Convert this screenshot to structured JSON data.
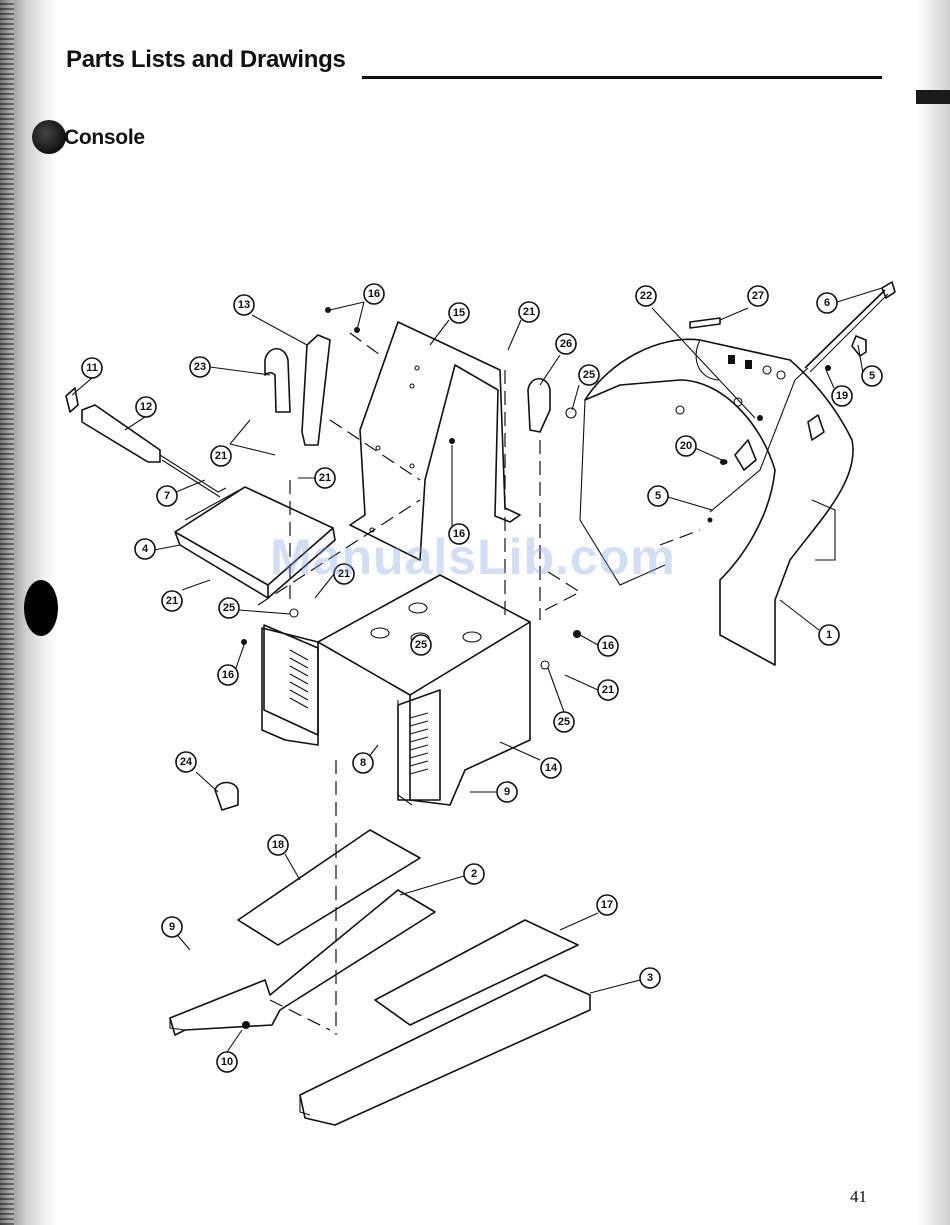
{
  "header": {
    "title": "Parts Lists and Drawings"
  },
  "section": {
    "title": "Console"
  },
  "watermark": "ManualsLib.com",
  "footer": {
    "page_number": "41"
  },
  "callouts": [
    {
      "label": "1"
    },
    {
      "label": "2"
    },
    {
      "label": "3"
    },
    {
      "label": "4"
    },
    {
      "label": "5"
    },
    {
      "label": "5"
    },
    {
      "label": "6"
    },
    {
      "label": "7"
    },
    {
      "label": "8"
    },
    {
      "label": "9"
    },
    {
      "label": "9"
    },
    {
      "label": "10"
    },
    {
      "label": "11"
    },
    {
      "label": "12"
    },
    {
      "label": "13"
    },
    {
      "label": "14"
    },
    {
      "label": "15"
    },
    {
      "label": "16"
    },
    {
      "label": "16"
    },
    {
      "label": "16"
    },
    {
      "label": "16"
    },
    {
      "label": "17"
    },
    {
      "label": "18"
    },
    {
      "label": "19"
    },
    {
      "label": "20"
    },
    {
      "label": "21"
    },
    {
      "label": "21"
    },
    {
      "label": "21"
    },
    {
      "label": "21"
    },
    {
      "label": "21"
    },
    {
      "label": "21"
    },
    {
      "label": "22"
    },
    {
      "label": "23"
    },
    {
      "label": "24"
    },
    {
      "label": "25"
    },
    {
      "label": "25"
    },
    {
      "label": "25"
    },
    {
      "label": "25"
    },
    {
      "label": "26"
    },
    {
      "label": "27"
    }
  ]
}
